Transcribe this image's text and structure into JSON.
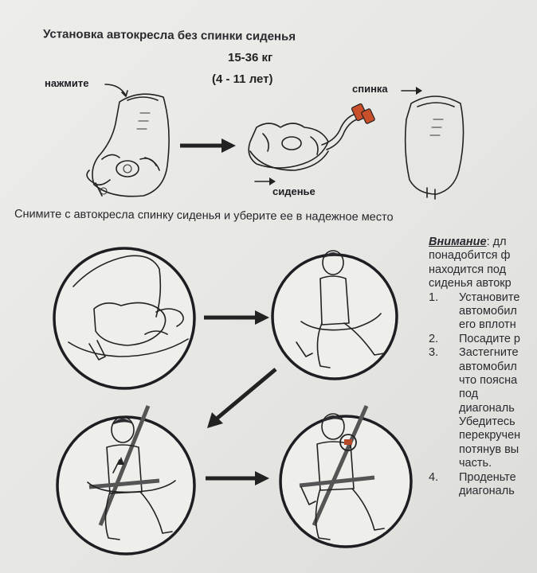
{
  "header": {
    "title": "Установка автокресла без спинки сиденья",
    "weight": "15-36 кг",
    "age": "(4 - 11 лет)"
  },
  "labels": {
    "press": "нажмите",
    "backrest": "спинка",
    "seat": "сиденье"
  },
  "step_text": "Снимите с автокресла спинку сиденья и уберите ее в надежное место",
  "note": {
    "warning_label": "Внимание",
    "line1_rest": ": дл",
    "line2": "понадобится ф",
    "line3": "находится под",
    "line4": "сиденья автокр",
    "items": [
      {
        "num": "1.",
        "lines": [
          "Установите",
          "автомобил",
          "его вплотн"
        ]
      },
      {
        "num": "2.",
        "lines": [
          "Посадите р"
        ]
      },
      {
        "num": "3.",
        "lines": [
          "Застегните",
          "автомобил",
          "что поясна",
          "под",
          "диагональ",
          "Убедитесь",
          "перекручен",
          "потянув вы",
          "часть."
        ]
      },
      {
        "num": "4.",
        "lines": [
          "Проденьте",
          "диагональ"
        ]
      }
    ]
  }
}
